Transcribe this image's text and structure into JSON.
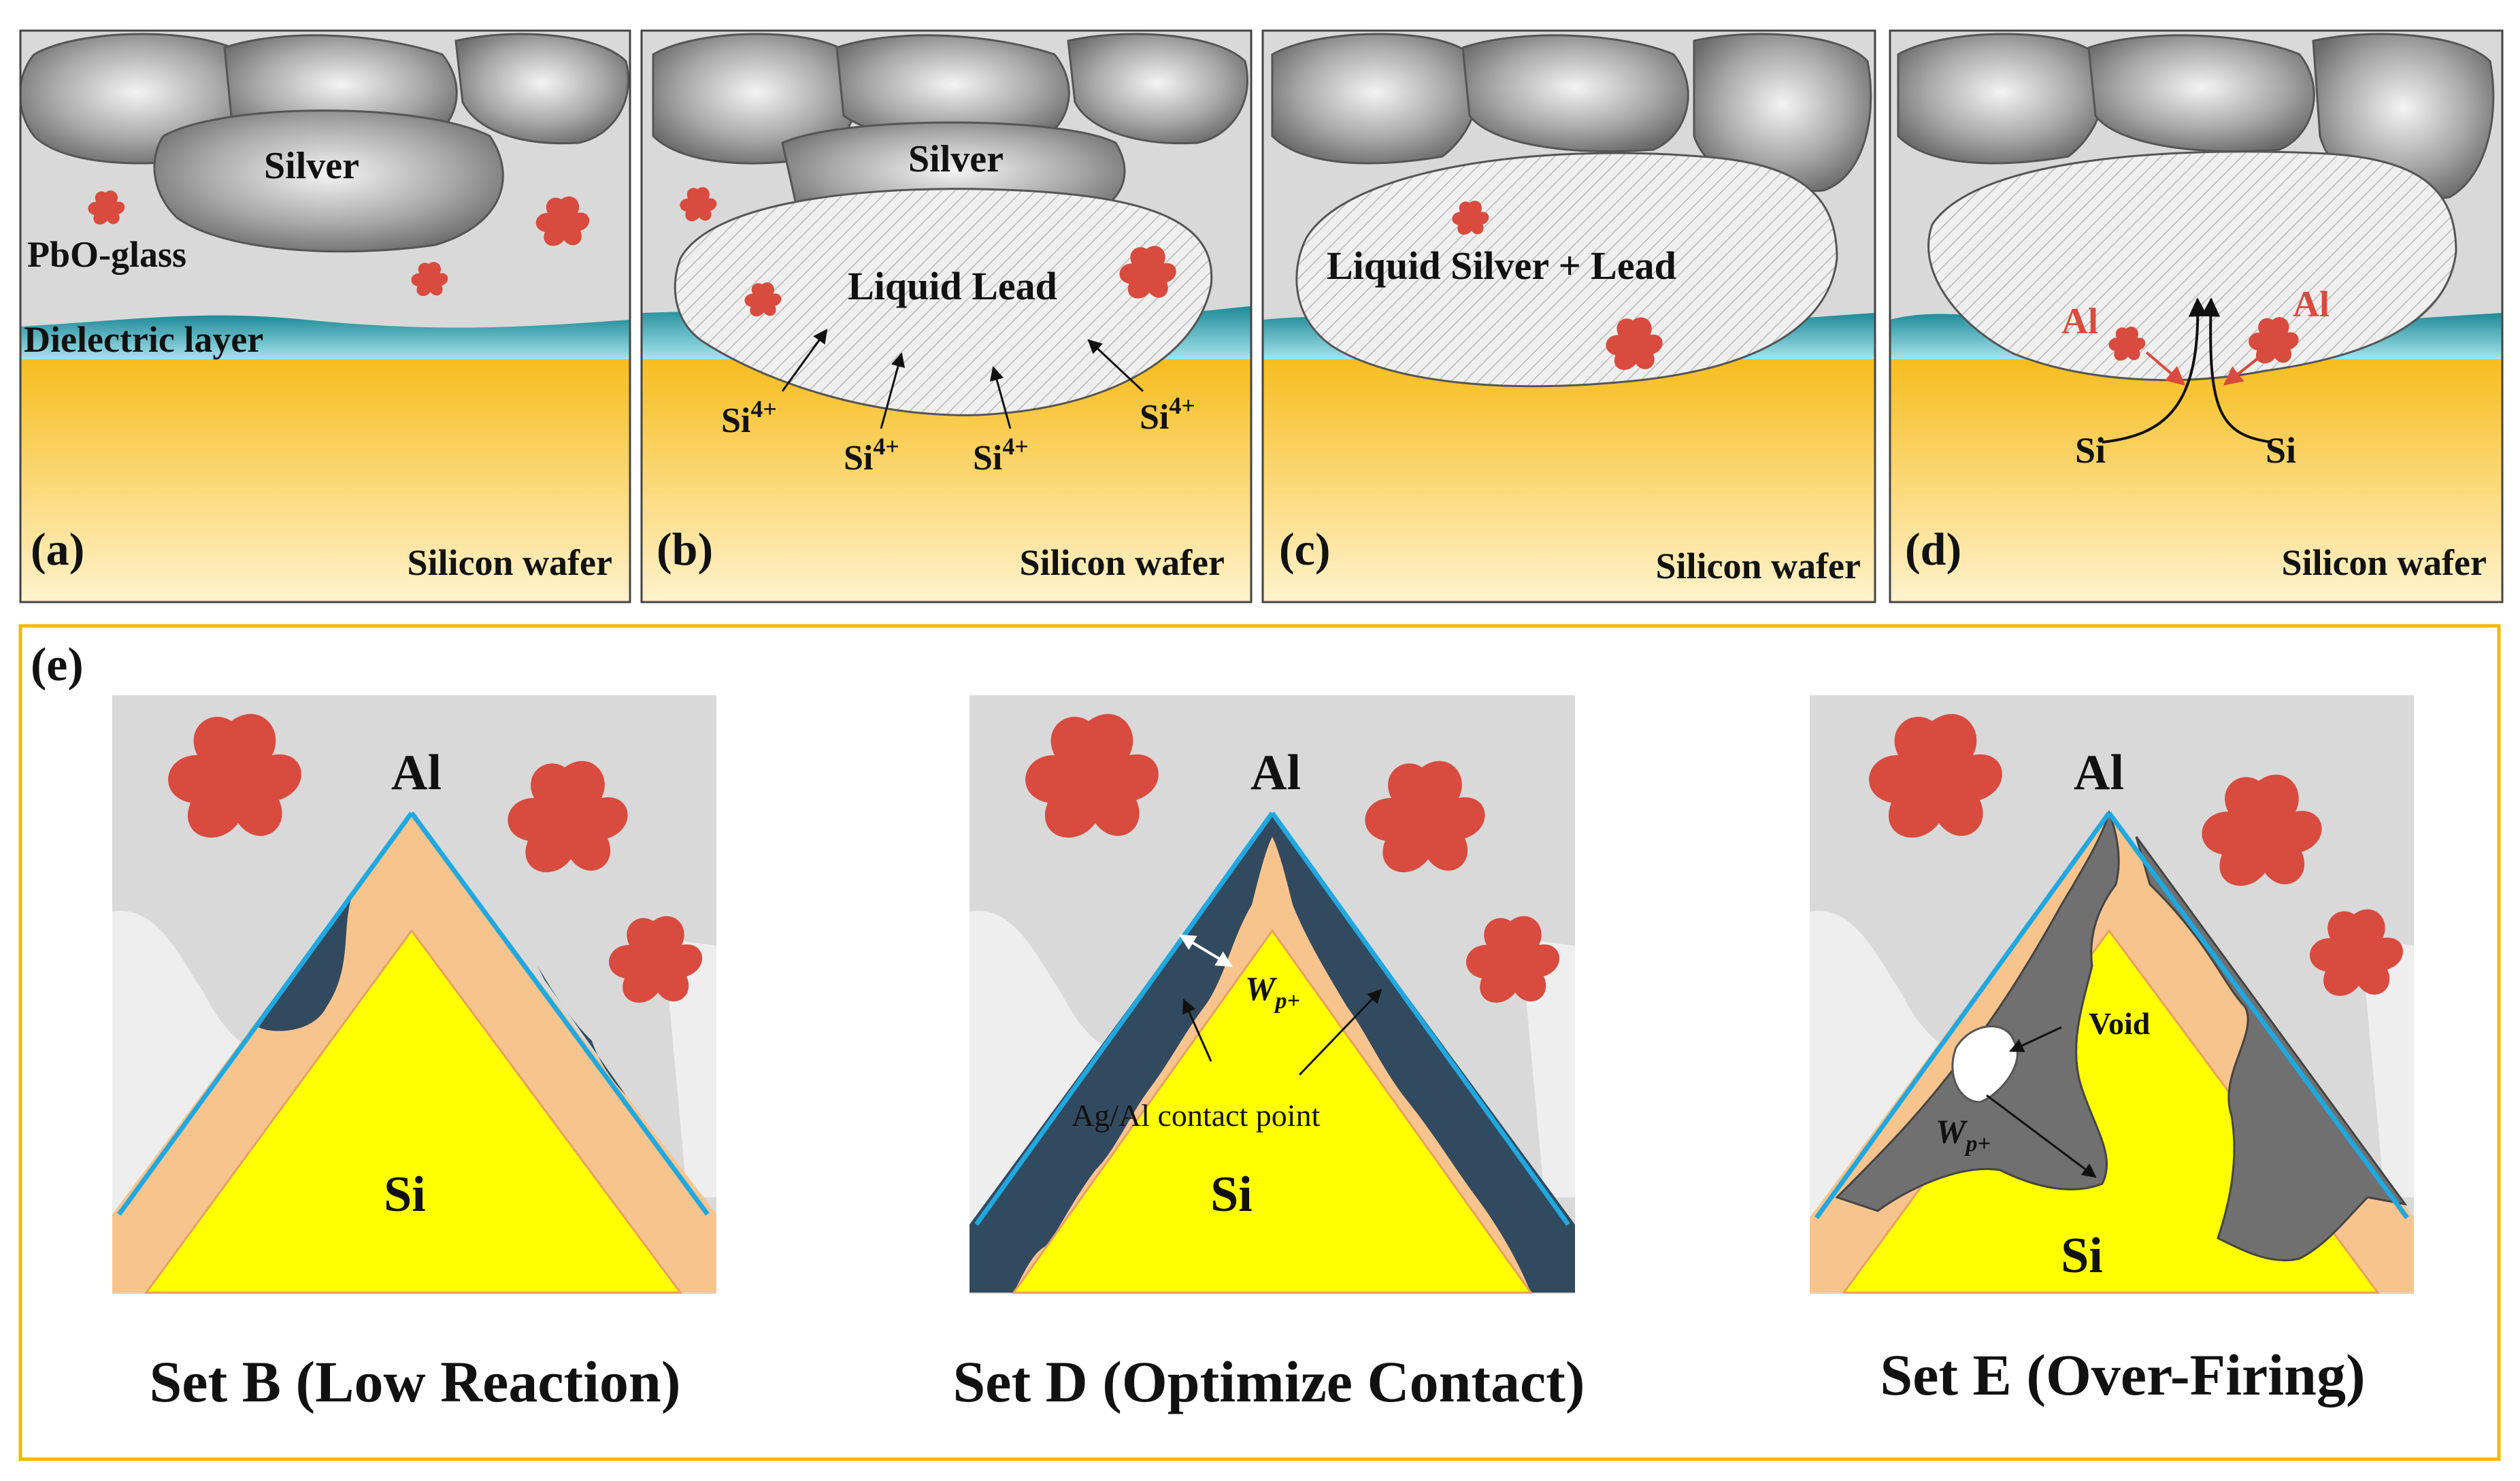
{
  "colors": {
    "silver_particle": "#9a9a9a",
    "glass": "#d8d8d8",
    "dielectric": "#2a9aa8",
    "wafer_top": "#f7bd1f",
    "wafer_bottom": "#fff2c8",
    "lead_hatch": "#e6e6e6",
    "al_particle": "#d84b3e",
    "p_plus": "#f8c48e",
    "si_core": "#ffff00",
    "dark_layer": "#324a5f",
    "overfire_gray": "#707070",
    "edge_blue": "#20a8e0",
    "frame_orange": "#f5b800"
  },
  "icons": [
    "silver-particle-icon",
    "al-particle-icon",
    "arrow-icon"
  ],
  "panels": {
    "a": {
      "letter": "(a)",
      "silver": "Silver",
      "glass": "PbO-glass",
      "dielectric": "Dielectric layer",
      "wafer": "Silicon wafer"
    },
    "b": {
      "letter": "(b)",
      "silver": "Silver",
      "lead": "Liquid Lead",
      "si_ion": "Si",
      "si_charge": "4+",
      "wafer": "Silicon wafer"
    },
    "c": {
      "letter": "(c)",
      "lead": "Liquid Silver + Lead",
      "wafer": "Silicon wafer"
    },
    "d": {
      "letter": "(d)",
      "al": "Al",
      "si": "Si",
      "wafer": "Silicon wafer"
    },
    "e": {
      "letter": "(e)",
      "al": "Al",
      "si": "Si",
      "w": "W",
      "w_sub": "p+",
      "contact_point": "Ag/Al contact point",
      "void": "Void",
      "captions": [
        "Set B (Low Reaction)",
        "Set D (Optimize Contact)",
        "Set E (Over-Firing)"
      ]
    }
  }
}
